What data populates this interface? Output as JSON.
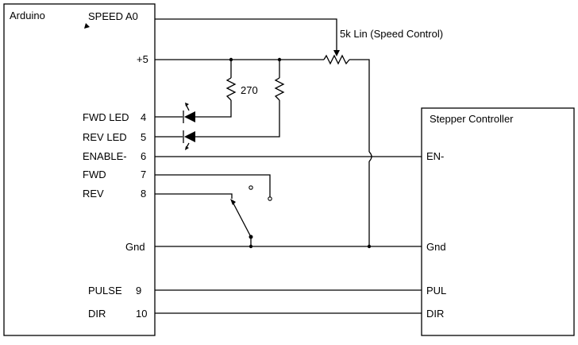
{
  "arduino": {
    "title": "Arduino",
    "pins": {
      "speed": "SPEED A0",
      "vplus": "+5",
      "fwd_led_name": "FWD LED",
      "fwd_led_num": "4",
      "rev_led_name": "REV LED",
      "rev_led_num": "5",
      "enable_name": "ENABLE-",
      "enable_num": "6",
      "fwd_name": "FWD",
      "fwd_num": "7",
      "rev_name": "REV",
      "rev_num": "8",
      "gnd": "Gnd",
      "pulse_name": "PULSE",
      "pulse_num": "9",
      "dir_name": "DIR",
      "dir_num": "10"
    }
  },
  "controller": {
    "title": "Stepper Controller",
    "pins": {
      "en": "EN-",
      "gnd": "Gnd",
      "pul": "PUL",
      "dir": "DIR"
    }
  },
  "components": {
    "pot_label": "5k Lin (Speed Control)",
    "resistor_label": "270"
  }
}
